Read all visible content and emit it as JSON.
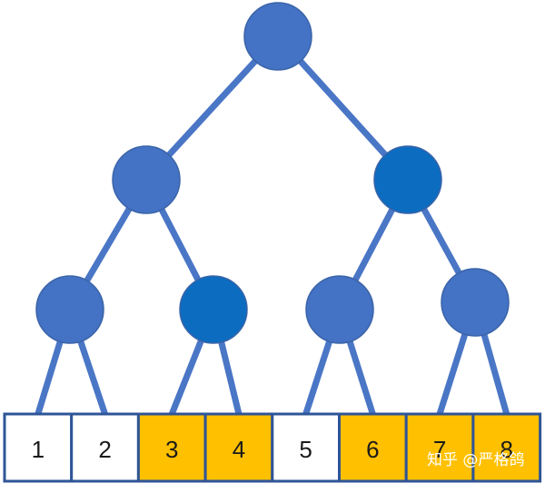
{
  "tree": {
    "colors": {
      "edge": "#4a76c6",
      "node_fill": "#4472c4",
      "node_fill_dark": "#0b6cc0",
      "node_stroke": "#3b64a8",
      "cell_white": "#ffffff",
      "cell_yellow": "#ffc000",
      "cell_border": "#2f5597"
    },
    "nodes": [
      {
        "id": "root",
        "variant": "normal"
      },
      {
        "id": "left",
        "variant": "normal"
      },
      {
        "id": "right",
        "variant": "dark"
      },
      {
        "id": "left-left",
        "variant": "normal"
      },
      {
        "id": "left-right",
        "variant": "dark"
      },
      {
        "id": "right-left",
        "variant": "normal"
      },
      {
        "id": "right-right",
        "variant": "normal"
      }
    ],
    "edges": [
      [
        "root",
        "left"
      ],
      [
        "root",
        "right"
      ],
      [
        "left",
        "left-left"
      ],
      [
        "left",
        "left-right"
      ],
      [
        "right",
        "right-left"
      ],
      [
        "right",
        "right-right"
      ]
    ]
  },
  "array": {
    "cells": [
      {
        "label": "1",
        "highlight": false
      },
      {
        "label": "2",
        "highlight": false
      },
      {
        "label": "3",
        "highlight": true
      },
      {
        "label": "4",
        "highlight": true
      },
      {
        "label": "5",
        "highlight": false
      },
      {
        "label": "6",
        "highlight": true
      },
      {
        "label": "7",
        "highlight": true
      },
      {
        "label": "8",
        "highlight": true
      }
    ]
  },
  "watermark": {
    "text": "知乎 @严格鸽"
  }
}
